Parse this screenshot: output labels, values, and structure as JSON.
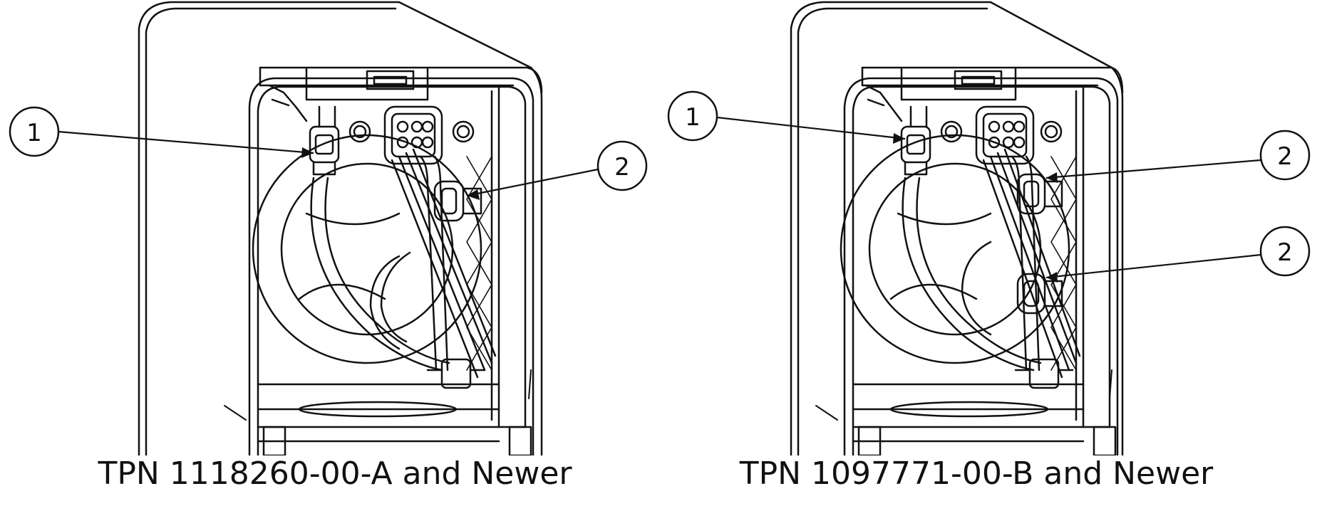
{
  "figures": [
    {
      "caption": "TPN 1118260-00-A and Newer",
      "callouts": [
        {
          "number": "1"
        },
        {
          "number": "2"
        }
      ]
    },
    {
      "caption": "TPN 1097771-00-B and Newer",
      "callouts": [
        {
          "number": "1"
        },
        {
          "number": "2"
        },
        {
          "number": "2"
        }
      ]
    }
  ]
}
